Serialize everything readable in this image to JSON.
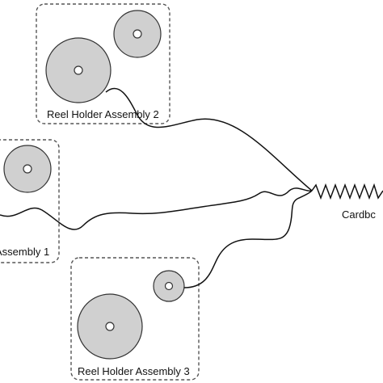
{
  "labels": {
    "assembly_1": "Assembly 1",
    "assembly_2": "Reel Holder Assembly 2",
    "assembly_3": "Reel Holder Assembly 3",
    "cardboard": "Cardbc"
  }
}
